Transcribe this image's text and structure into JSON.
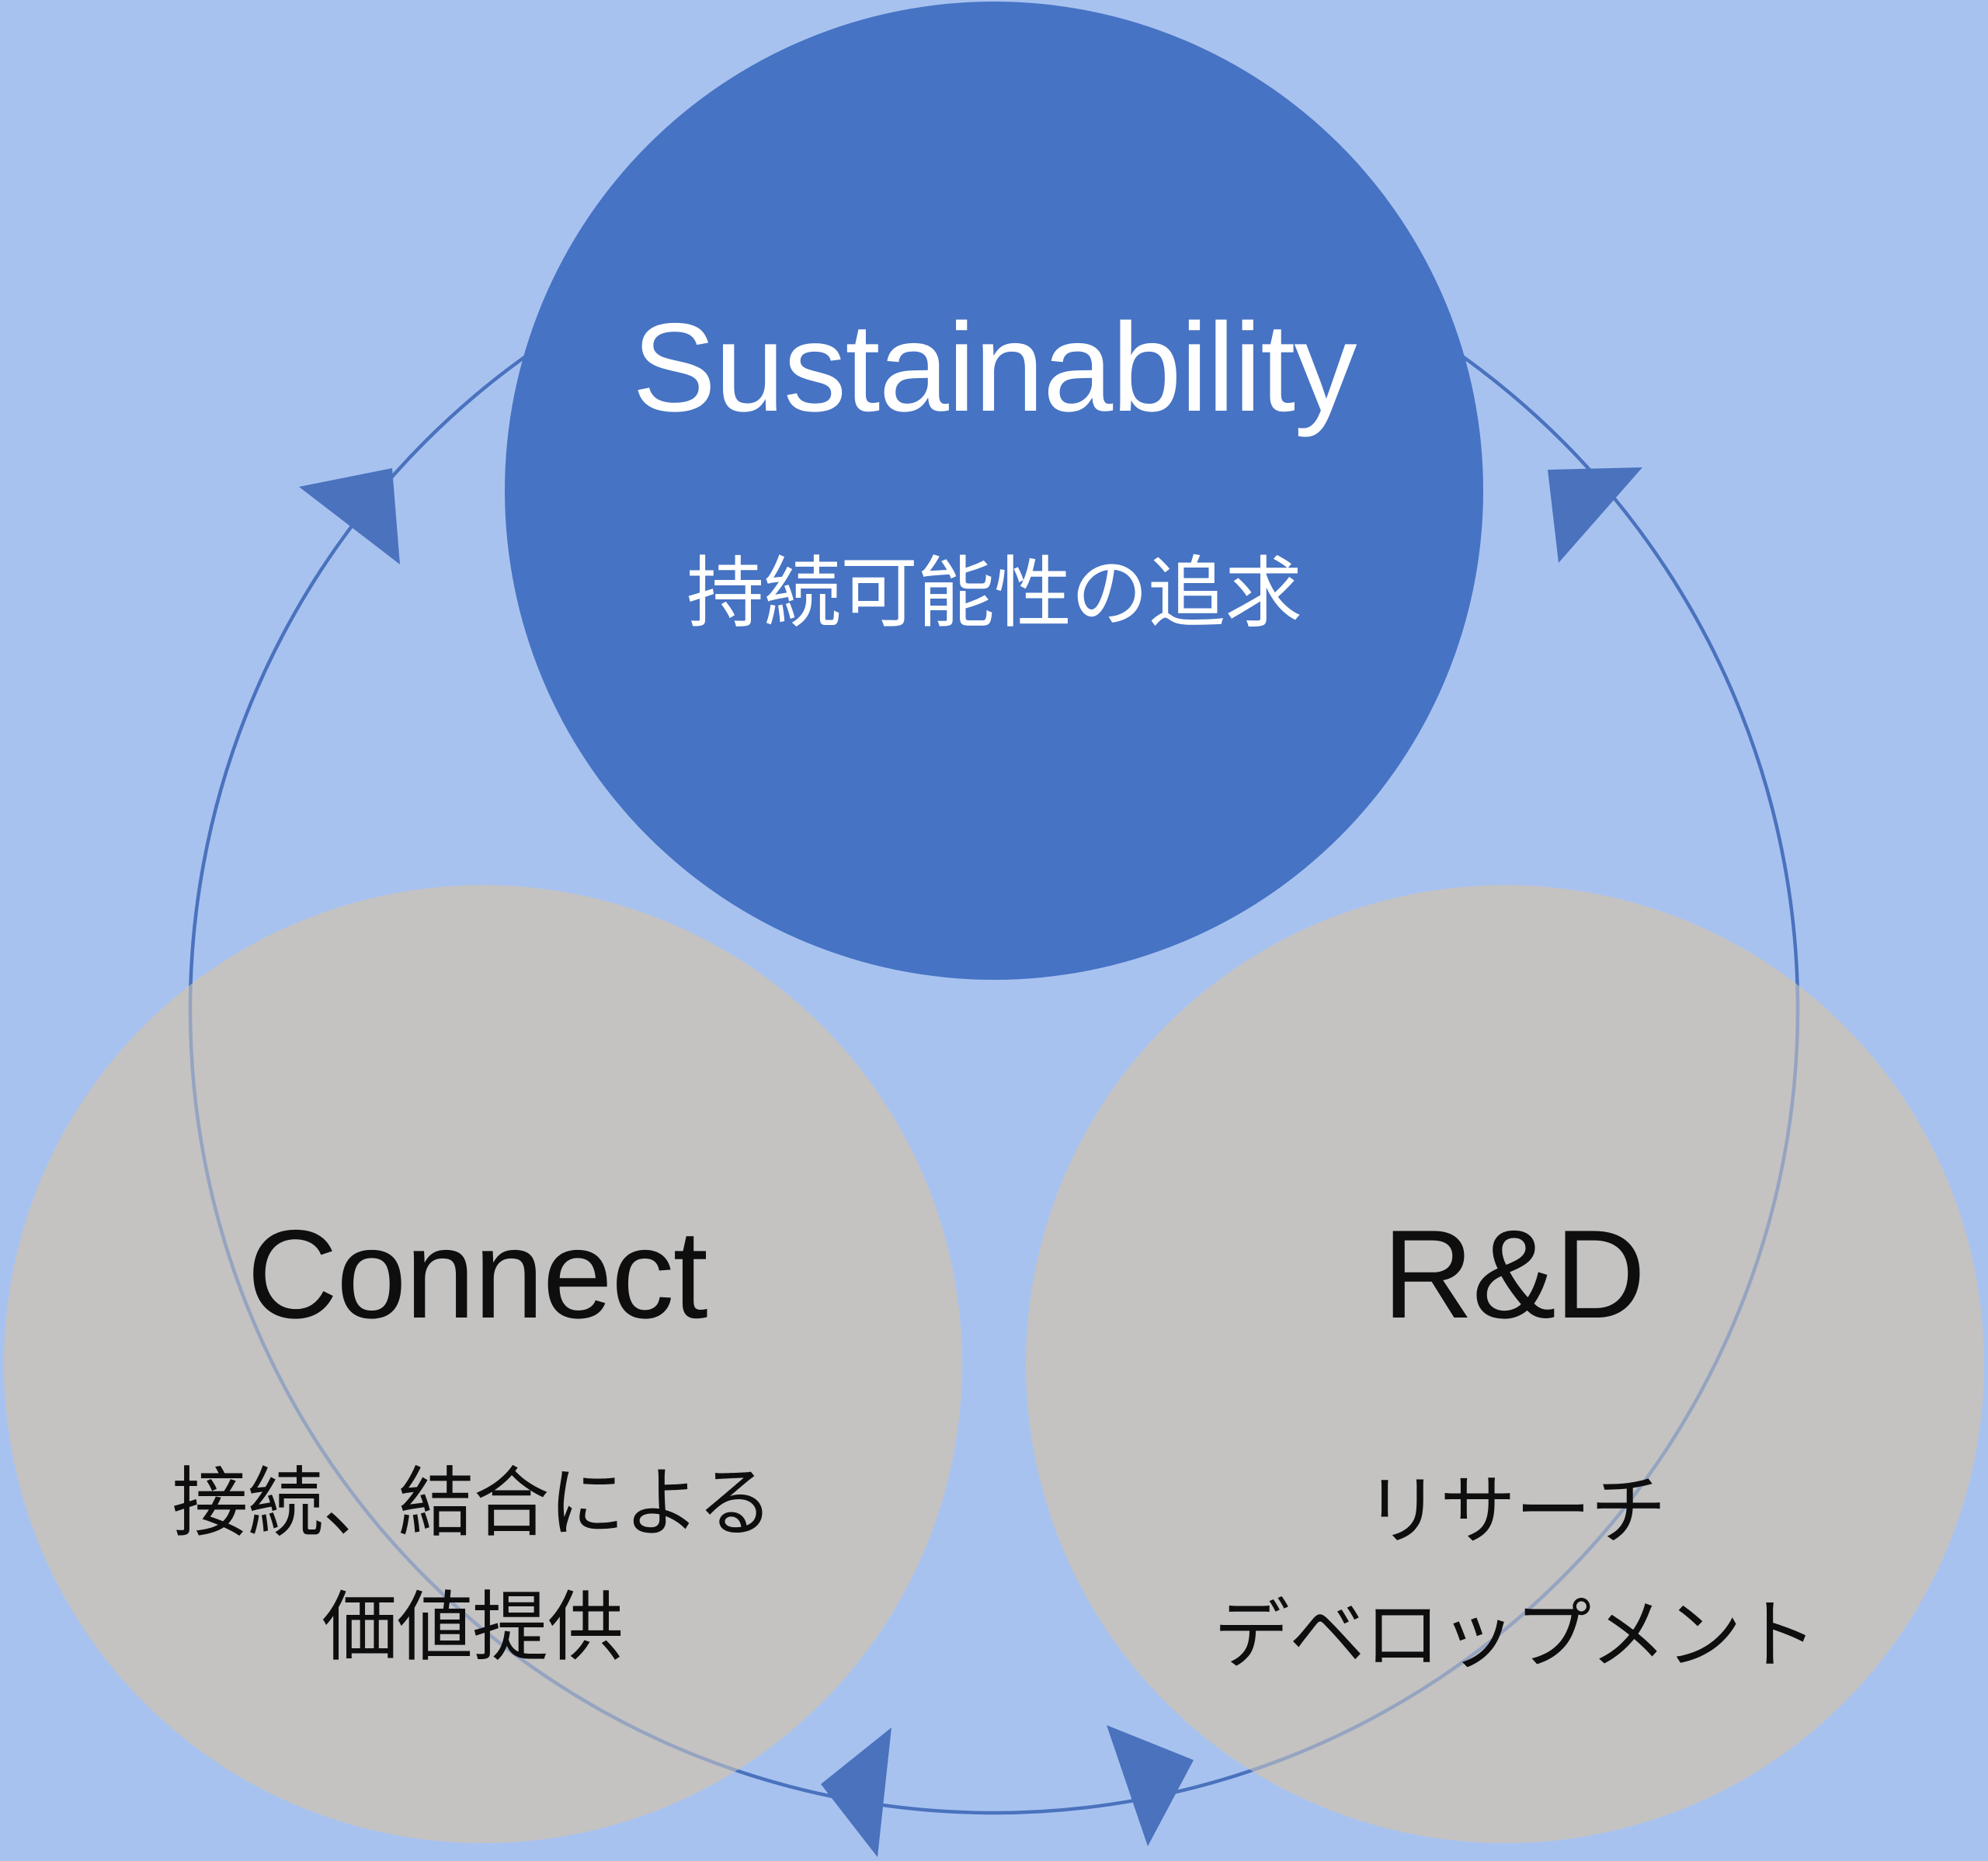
{
  "diagram": {
    "type": "cycle-venn",
    "top_circle": {
      "label": "Sustainability",
      "sublabel": "持続可能性の追求"
    },
    "left_circle": {
      "label": "Connect",
      "sublabel_line1": "接続、結合による",
      "sublabel_line2": "価値提供"
    },
    "right_circle": {
      "label": "R&D",
      "sublabel_line1": "リサーチ",
      "sublabel_line2": "デベロップメント"
    },
    "connector": "circular flow with four arrowheads"
  },
  "colors": {
    "bg": "#a8c2f0",
    "blue": "#4673c3",
    "gray": "#c4c3c2",
    "ring": "#4a72bd",
    "text-dark": "#0e0e0e",
    "text-light": "#ffffff"
  }
}
